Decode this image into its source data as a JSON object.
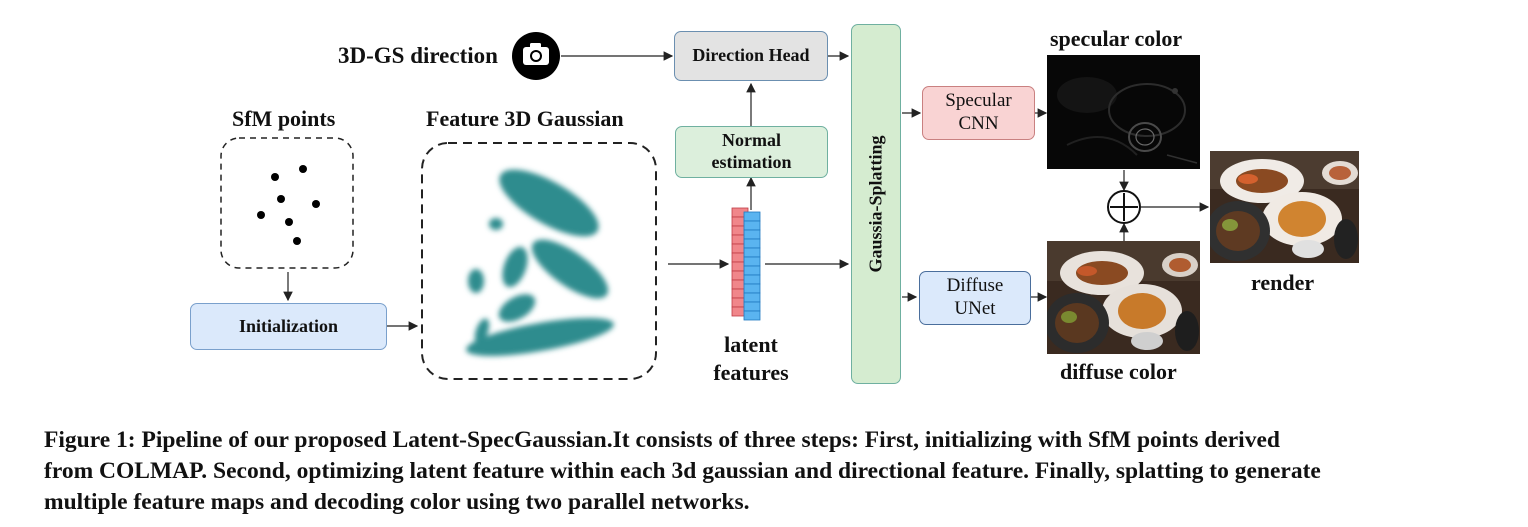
{
  "diagram": {
    "labels": {
      "direction_input": "3D-GS direction",
      "sfm_points": "SfM points",
      "feature_gaussian": "Feature 3D Gaussian",
      "latent_line1": "latent",
      "latent_line2": "features",
      "specular_color": "specular color",
      "diffuse_color": "diffuse color",
      "render": "render"
    },
    "boxes": {
      "direction_head": "Direction Head",
      "normal_estimation_line1": "Normal",
      "normal_estimation_line2": "estimation",
      "initialization": "Initialization",
      "splatting": "Gaussia-Splatting",
      "specular_cnn_line1": "Specular",
      "specular_cnn_line2": "CNN",
      "diffuse_unet_line1": "Diffuse",
      "diffuse_unet_line2": "UNet"
    },
    "colors": {
      "gaussian_teal": "#2e8c8e",
      "initialization_fill": "#dbe9fb",
      "normal_fill": "#dcefdc",
      "splatting_fill": "#d5ecd0",
      "specular_fill": "#f9d3d3",
      "diffuse_fill": "#dbe9fb",
      "direction_fill": "#e3e3e3",
      "feature_pink": "#f0868a",
      "feature_blue": "#5ab4f0"
    },
    "icons": [
      "camera-icon",
      "plus-circle-icon"
    ]
  },
  "caption": {
    "line1": "Figure 1: Pipeline of our proposed Latent-SpecGaussian.It consists of three steps: First, initializing with SfM points derived",
    "line2": "from COLMAP. Second, optimizing latent feature within each 3d gaussian and directional feature. Finally, splatting to generate",
    "line3": "multiple feature maps and decoding color using two parallel networks."
  }
}
